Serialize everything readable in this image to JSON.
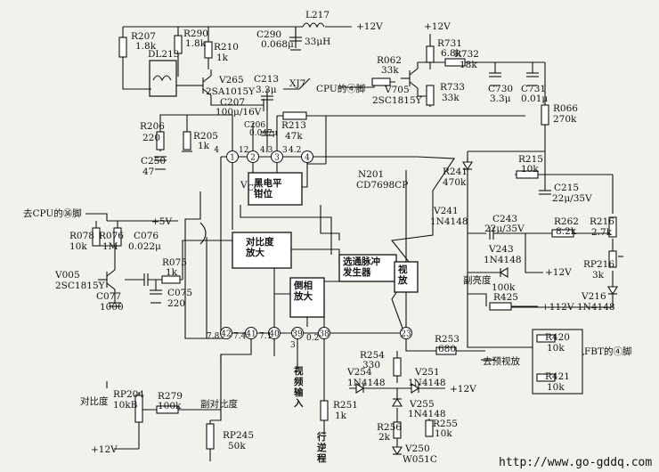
{
  "ic": {
    "name": "N201",
    "part": "CD7698CP",
    "vcc": "V",
    "blocks": {
      "clamp": "黑电平\n钳位",
      "contrast": "对比度\n放大",
      "pulse": "选通脉冲\n发生器",
      "video": "视\n放",
      "invert": "倒相\n放大"
    }
  },
  "pins": {
    "p1": "1",
    "p2": "2",
    "p3": "3",
    "p4": "4",
    "p23": "23",
    "p38": "38",
    "p39": "39",
    "p40": "40",
    "p41": "41",
    "p42": "42"
  },
  "pinv": {
    "v4": "4",
    "v12": "12",
    "v43": "4.3",
    "v3": "3",
    "v42": "4.2",
    "v78": "7.8",
    "v74": "7.4",
    "v71": "7.1",
    "v3b": "3",
    "v02": "0.2"
  },
  "rails": {
    "p12": "+12V",
    "p5": "+5V",
    "p112": "+112V"
  },
  "res": {
    "r207": "R207",
    "r207v": "1.8k",
    "r290": "R290",
    "r290v": "1.8k",
    "r210": "R210",
    "r210v": "1k",
    "r206": "R206",
    "r206v": "220",
    "r205": "R205",
    "r205v": "1k",
    "r213": "R213",
    "r213v": "47k",
    "r062": "R062",
    "r062v": "33k",
    "r731": "R731",
    "r731v": "6.8k",
    "r732": "R732",
    "r732v": "18k",
    "r733": "R733",
    "r733v": "33k",
    "r066": "R066",
    "r066v": "270k",
    "r215": "R215",
    "r215v": "10k",
    "r241": "R241",
    "r241v": "470k",
    "r262": "R262",
    "r262v": "8.2k",
    "r216": "R216",
    "r216v": "2.7k",
    "rp216": "RP216",
    "rp216v": "3k",
    "r425": "R425",
    "r425v": "100k",
    "r078": "R078",
    "r078v": "10k",
    "r076": "R076",
    "r076v": "1M",
    "r075": "R075",
    "r075v": "1k",
    "r253": "R253",
    "r253v": "680",
    "r254": "R254",
    "r254v": "330",
    "r420": "R420",
    "r420v": "10k",
    "r421": "R421",
    "r421v": "10k",
    "r251": "R251",
    "r251v": "1k",
    "r256": "R256",
    "r256v": "2k",
    "r255": "R255",
    "r255v": "10k",
    "rp204": "RP204",
    "rp204v": "10kB",
    "r279": "R279",
    "r279v": "100k",
    "rp245": "RP245",
    "rp245v": "50k"
  },
  "caps": {
    "c290": "C290",
    "c290v": "0.068μ",
    "c213": "C213",
    "c213v": "3.3μ",
    "c207": "C207",
    "c207v": "100μ/16V",
    "c206": "C206",
    "c206v": "0.047μ",
    "c250": "C250",
    "c250v": "47",
    "c730": "C730",
    "c730v": "3.3μ",
    "c731": "C731",
    "c731v": "0.01μ",
    "c215": "C215",
    "c215v": "22μ/35V",
    "c243": "C243",
    "c243v": "22μ/35V",
    "c076": "C076",
    "c076v": "0.022μ",
    "c077": "C077",
    "c077v": "1000",
    "c075": "C075",
    "c075v": "220"
  },
  "semi": {
    "v265": "V265",
    "v265p": "2SA1015Y",
    "v705": "V705",
    "v705p": "2SC1815Y",
    "v005": "V005",
    "v005p": "2SC1815Y",
    "v241": "V241",
    "v241p": "1N4148",
    "v243": "V243",
    "v243p": "1N4148",
    "v216": "V216",
    "v216p": "1N4148",
    "v254": "V254",
    "v254p": "1N4148",
    "v251": "V251",
    "v251p": "1N4148",
    "v255": "V255",
    "v255p": "1N4148",
    "v250": "V250",
    "v250p": "W051C"
  },
  "misc": {
    "l217": "L217",
    "l217v": "33μH",
    "dl213": "DL213",
    "xj7": "XJ7"
  },
  "notes": {
    "cpu4": "CPU的④脚",
    "cpu36": "去CPU的㊱脚",
    "sub_bright": "副亮度",
    "contrast": "对比度",
    "sub_contrast": "副对比度",
    "to_pre": "去预视放",
    "fbt4": "FBT的④脚",
    "video_in": "视\n频\n输\n入",
    "flyback": "行\n逆\n程"
  },
  "url": "http://www.go-gddq.com"
}
